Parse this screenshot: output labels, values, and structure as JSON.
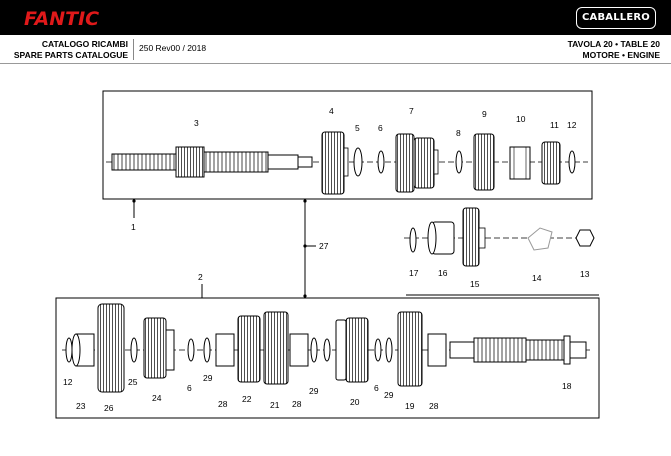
{
  "header": {
    "brand": "FANTIC",
    "model_badge": "CABALLERO",
    "catalog_it": "CATALOGO RICAMBI",
    "catalog_en": "SPARE PARTS CATALOGUE",
    "revision": "250 Rev00 / 2018",
    "table_title": "TAVOLA 20 • TABLE 20",
    "section": "MOTORE • ENGINE"
  },
  "callouts": [
    "1",
    "2",
    "3",
    "4",
    "5",
    "6",
    "7",
    "8",
    "9",
    "10",
    "11",
    "12",
    "13",
    "14",
    "15",
    "16",
    "17",
    "18",
    "19",
    "20",
    "21",
    "22",
    "23",
    "24",
    "25",
    "26",
    "27",
    "28",
    "29",
    "6",
    "6",
    "12",
    "28",
    "28",
    "29",
    "29"
  ]
}
